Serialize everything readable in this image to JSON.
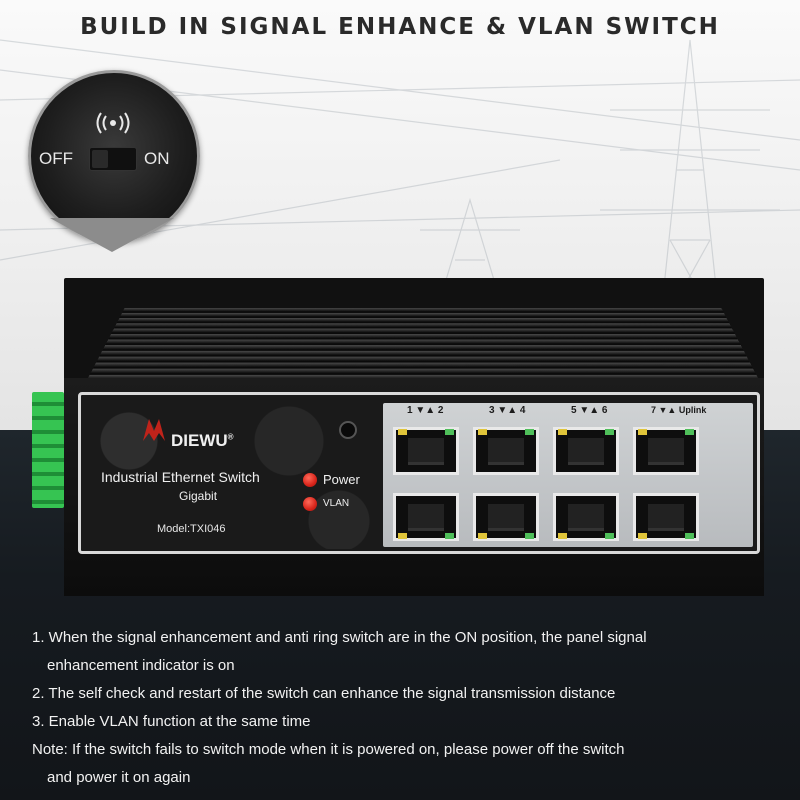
{
  "headline": "BUILD IN SIGNAL ENHANCE & VLAN SWITCH",
  "zoom": {
    "icon": "signal-broadcast-icon",
    "off_label": "OFF",
    "on_label": "ON"
  },
  "device": {
    "brand": "DIEWU",
    "brand_mark": "®",
    "product": "Industrial Ethernet Switch",
    "product_sub": "Gigabit",
    "model": "Model:TXI046",
    "leds": [
      {
        "label": "Power",
        "color": "#e02a1e"
      },
      {
        "label": "VLAN",
        "color": "#e02a1e"
      }
    ],
    "port_labels": [
      "1 ▼▲ 2",
      "3 ▼▲ 4",
      "5 ▼▲ 6",
      "7 ▼▲ Uplink"
    ],
    "port_led_colors": {
      "left": "#e0c53a",
      "right": "#4fbf5a"
    }
  },
  "notes": [
    "1. When the signal enhancement and anti ring switch are in the ON position, the panel signal",
    "enhancement indicator is on",
    "2. The self check and restart of the switch can enhance the signal transmission distance",
    "3. Enable VLAN function at the same time",
    "Note: If the switch fails to switch mode when it is powered on, please power off the switch",
    "and power it on again"
  ]
}
